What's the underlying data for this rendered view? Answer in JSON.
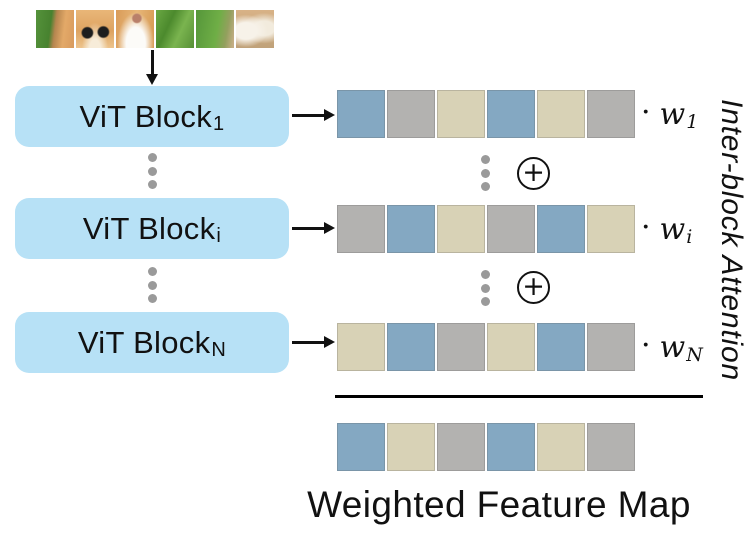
{
  "colors": {
    "blue": "#84a8c2",
    "gray": "#b3b2b0",
    "beige": "#d8d2b6",
    "block_fill": "#b7e1f6",
    "dot_gray": "#9a9a9a",
    "ink": "#111111"
  },
  "input_patches": [
    {
      "name": "grass-and-cat-cheek"
    },
    {
      "name": "kitten-eyes"
    },
    {
      "name": "cat-muzzle"
    },
    {
      "name": "grass"
    },
    {
      "name": "grass-blades"
    },
    {
      "name": "cat-paws"
    }
  ],
  "blocks": [
    {
      "label": "ViT Block",
      "sub": "1"
    },
    {
      "label": "ViT Block",
      "sub": "i"
    },
    {
      "label": "ViT Block",
      "sub": "N"
    }
  ],
  "feature_rows": [
    {
      "cells": [
        "blue",
        "gray",
        "beige",
        "blue",
        "beige",
        "gray"
      ]
    },
    {
      "cells": [
        "gray",
        "blue",
        "beige",
        "gray",
        "blue",
        "beige"
      ]
    },
    {
      "cells": [
        "beige",
        "blue",
        "gray",
        "beige",
        "blue",
        "gray"
      ]
    }
  ],
  "weights": [
    {
      "symbol": "w",
      "sub": "1"
    },
    {
      "symbol": "w",
      "sub": "i"
    },
    {
      "symbol": "w",
      "sub": "N"
    }
  ],
  "operators": {
    "multiply": "·",
    "plus": "+"
  },
  "output_row": {
    "cells": [
      "blue",
      "beige",
      "gray",
      "blue",
      "beige",
      "gray"
    ]
  },
  "labels": {
    "side": "Inter-block Attention",
    "bottom": "Weighted Feature Map"
  },
  "icons": {
    "aggregate": "plus-circle",
    "skip": "vertical-ellipsis"
  }
}
